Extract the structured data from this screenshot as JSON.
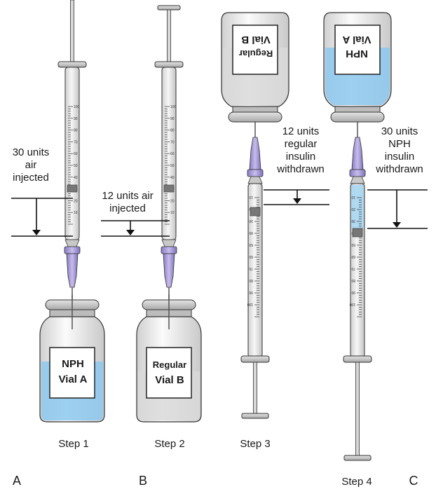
{
  "steps": [
    {
      "caption": "Step 1",
      "annotation_lines": [
        "30 units",
        "air",
        "injected"
      ],
      "vial_lines": [
        "NPH",
        "Vial A"
      ],
      "vial_color": "#8cc8ef"
    },
    {
      "caption": "Step 2",
      "annotation_lines": [
        "12 units air",
        "injected"
      ],
      "vial_lines": [
        "Regular",
        "Vial B"
      ],
      "vial_color": "#d9d9d9"
    },
    {
      "caption": "Step 3",
      "annotation_lines": [
        "12 units",
        "regular",
        "insulin",
        "withdrawn"
      ],
      "vial_lines": [
        "Regular",
        "Vial B"
      ],
      "vial_color": "#d9d9d9"
    },
    {
      "caption": "Step 4",
      "annotation_lines": [
        "30 units",
        "NPH",
        "insulin",
        "withdrawn"
      ],
      "vial_lines": [
        "NPH",
        "Vial A"
      ],
      "vial_color": "#8cc8ef"
    }
  ],
  "panels": [
    "A",
    "B",
    "C"
  ],
  "scale_labels": [
    "100",
    "90",
    "80",
    "70",
    "60",
    "50",
    "40",
    "30",
    "20",
    "10"
  ],
  "colors": {
    "needle_hub": "#9b8fd0",
    "insulin_blue": "#a9d6f2",
    "barrel": "#e6e6e6",
    "cap": "#bdbdbd"
  }
}
